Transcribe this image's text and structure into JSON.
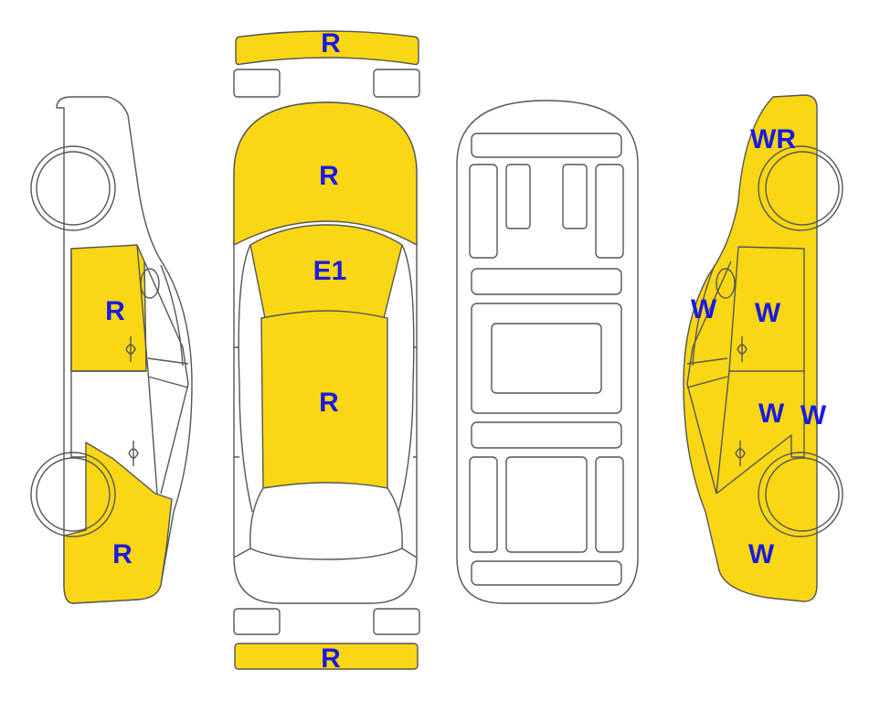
{
  "colors": {
    "damage": "#f9d714",
    "label": "#1a1adf",
    "outline": "#555555",
    "background": "#ffffff"
  },
  "views": {
    "left_side": {
      "panels": {
        "front_door": {
          "code": "R"
        },
        "rear_quarter": {
          "code": "R"
        }
      }
    },
    "top": {
      "panels": {
        "front_bumper": {
          "code": "R"
        },
        "hood": {
          "code": "R"
        },
        "windshield": {
          "code": "E1"
        },
        "roof": {
          "code": "R"
        },
        "rear_bumper": {
          "code": "R"
        }
      }
    },
    "underbody": {},
    "right_side": {
      "panels": {
        "rear_quarter": {
          "code": "WR"
        },
        "mirror": {
          "code": "W"
        },
        "front_door": {
          "code": "W"
        },
        "rear_door": {
          "code": "W"
        },
        "rocker": {
          "code": "W"
        },
        "front_fender": {
          "code": "W"
        }
      }
    }
  }
}
